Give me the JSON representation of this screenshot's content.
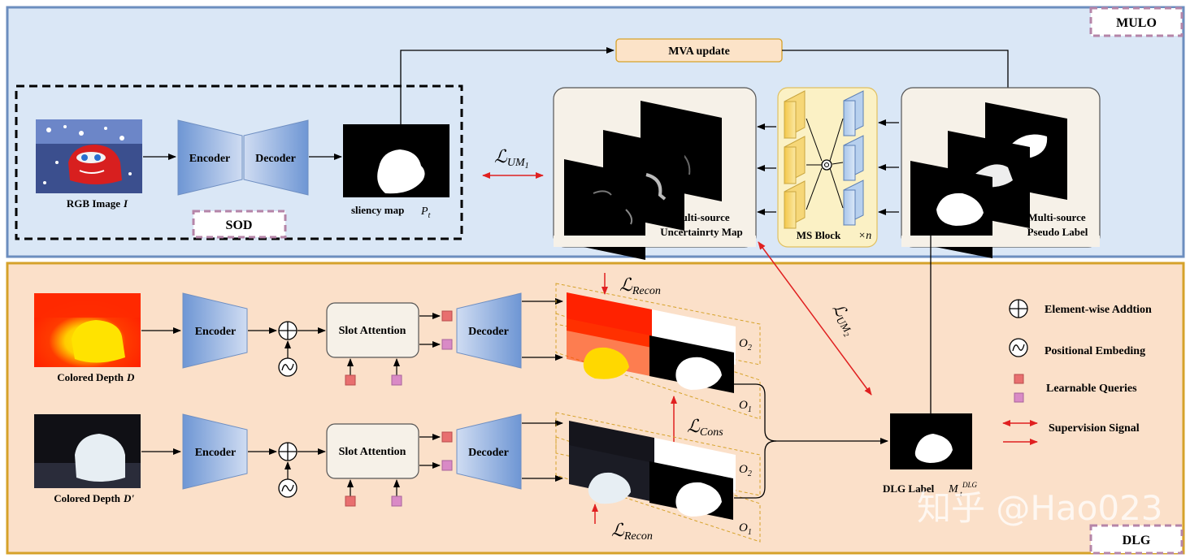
{
  "sections": {
    "mulo_label": "MULO",
    "dlg_label": "DLG",
    "sod_label": "SOD"
  },
  "sod": {
    "rgb_caption": "RGB Image",
    "rgb_symbol": "I",
    "encoder": "Encoder",
    "decoder": "Decoder",
    "saliency_caption": "sliency map",
    "saliency_symbol": "P",
    "saliency_sub": "t"
  },
  "mulo": {
    "mva_update": "MVA update",
    "uncertainty_line1": "Multi-source",
    "uncertainty_line2": "Uncertainrty Map",
    "ms_block": "MS Block",
    "ms_times": "×n",
    "pseudo_line1": "Multi-source",
    "pseudo_line2": "Pseudo Label"
  },
  "losses": {
    "l_script": "ℒ",
    "um1_sub": "UM",
    "um1_num": "1",
    "um2_sub": "UM",
    "um2_num": "2",
    "recon_sub": "Recon",
    "cons_sub": "Cons"
  },
  "dlg": {
    "depth1_caption": "Colored Depth",
    "depth1_symbol": "D",
    "depth2_caption": "Colored Depth",
    "depth2_symbol": "D'",
    "encoder": "Encoder",
    "slot_attention": "Slot Attention",
    "decoder": "Decoder",
    "o2": "O",
    "o2_sub": "2",
    "o1": "O",
    "o1_sub": "1",
    "dlg_label_caption": "DLG Label",
    "dlg_label_symbol": "M",
    "dlg_label_sub": "t",
    "dlg_label_sup": "DLG"
  },
  "legend": {
    "element_wise": "Element-wise Addtion",
    "positional": "Positional Embeding",
    "queries": "Learnable Queries",
    "supervision": "Supervision Signal"
  },
  "watermark": "知乎 @Hao023",
  "colors": {
    "mulo_bg": "#dae7f6",
    "mulo_border": "#6c8ebf",
    "dlg_bg": "#fbe0c9",
    "dlg_border": "#d6a22a",
    "encoder_fill": "#6f97d6",
    "supervision": "#e02020",
    "query_red": "#e86f6f",
    "query_pink": "#d98ac6"
  }
}
